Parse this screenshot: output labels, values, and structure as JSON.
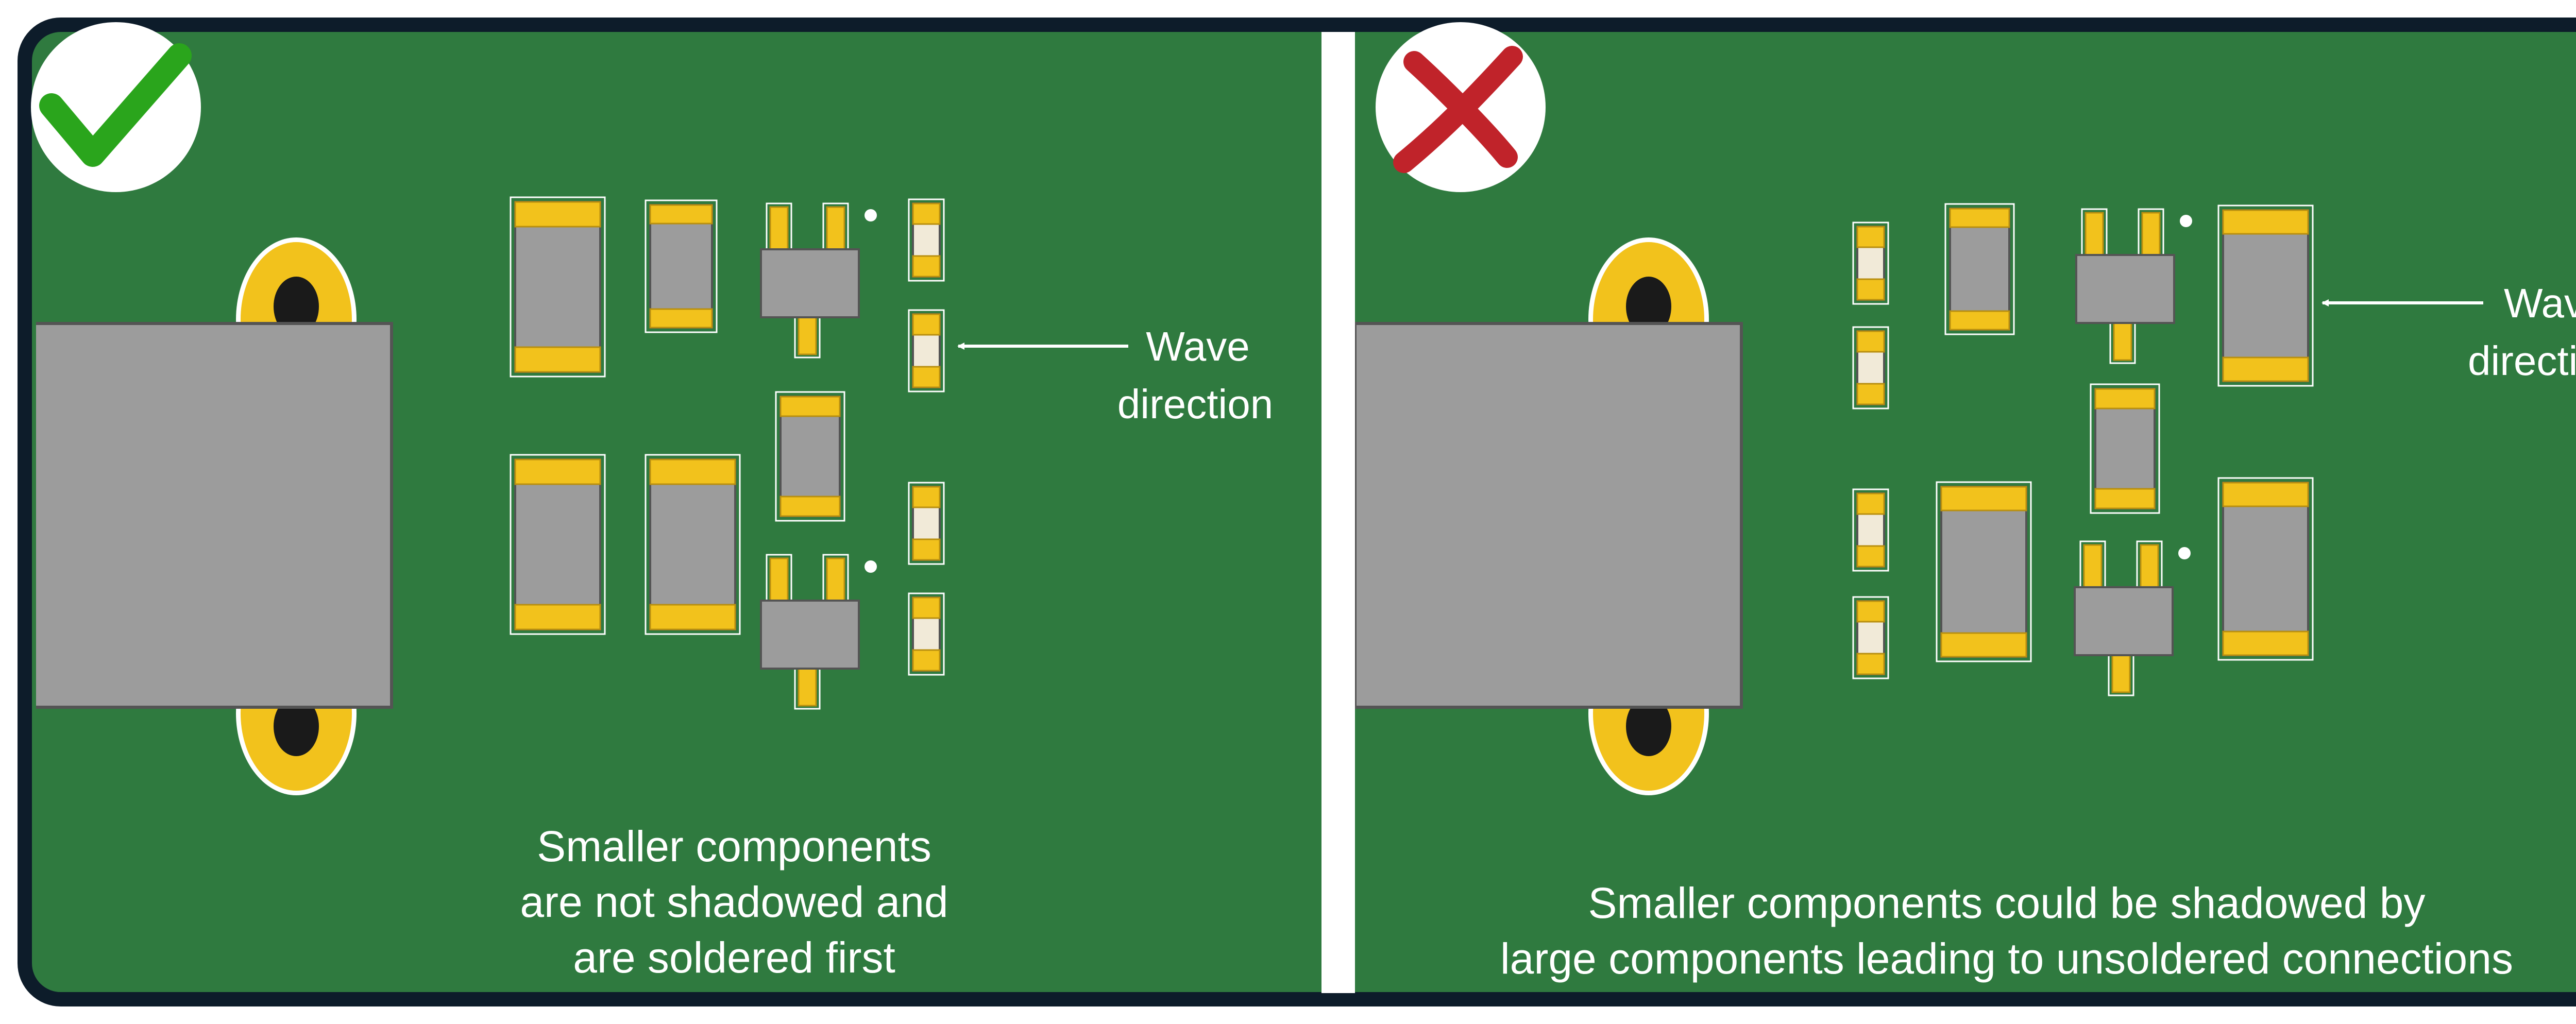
{
  "colors": {
    "board": "#2f7a3f",
    "frame": "#0d1c2a",
    "divider": "#ffffff",
    "pad": "#f2c21c",
    "pad_outline": "#b88f10",
    "body": "#9c9c9c",
    "body_outline": "#545454",
    "check": "#2aa51c",
    "cross": "#c0232a",
    "hole": "#1a1a1a",
    "text": "#ffffff"
  },
  "icons": {
    "good": "check-mark-icon",
    "bad": "cross-mark-icon"
  },
  "left_panel": {
    "status": "correct",
    "wave_label_line1": "Wave",
    "wave_label_line2": "direction",
    "caption_line1": "Smaller components",
    "caption_line2": "are not shadowed and",
    "caption_line3": "are soldered first"
  },
  "right_panel": {
    "status": "incorrect",
    "wave_label_line1": "Wave",
    "wave_label_line2": "direction",
    "caption_line1": "Smaller components could be shadowed by",
    "caption_line2": "large components leading to unsoldered connections"
  }
}
